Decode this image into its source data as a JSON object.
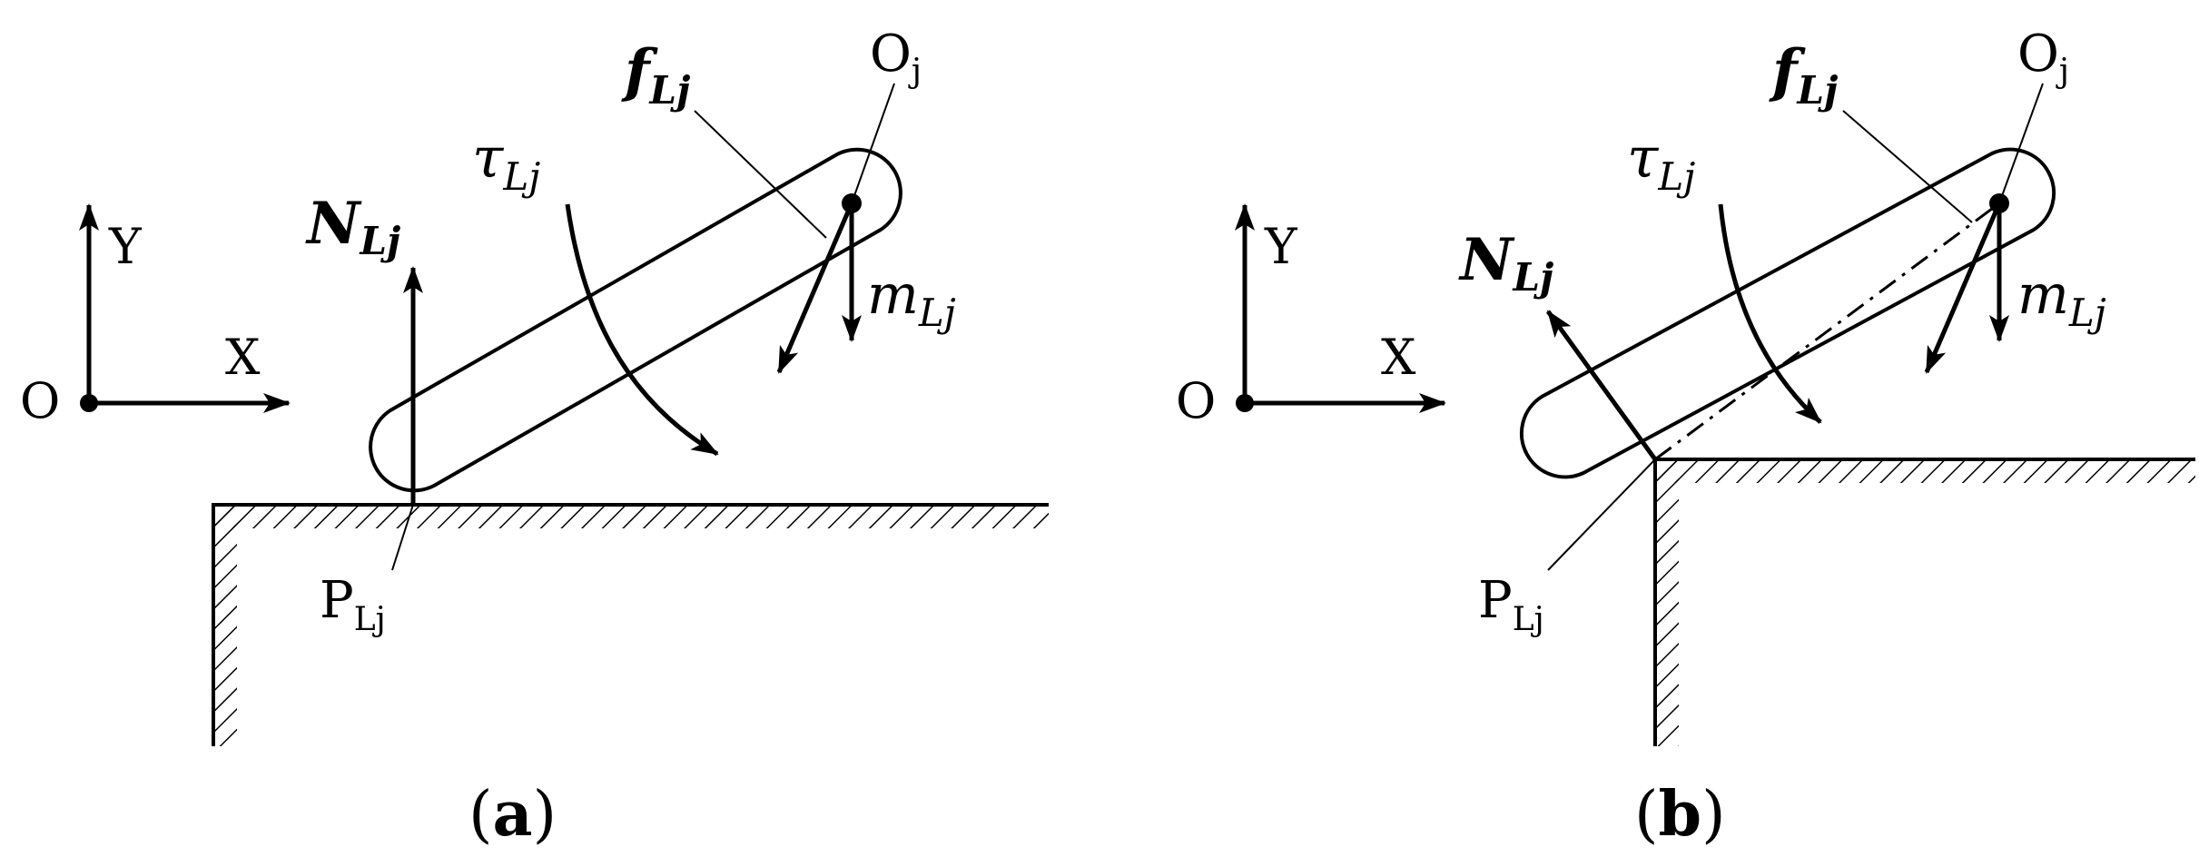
{
  "figure": {
    "panels": [
      {
        "id": "a",
        "caption": "(a)",
        "caption_letter": "a",
        "axes": {
          "x": "X",
          "y": "Y",
          "origin": "O"
        },
        "labels": {
          "normal_force": {
            "base": "N",
            "sub": "Lj"
          },
          "torque": {
            "base": "τ",
            "sub": "Lj"
          },
          "friction": {
            "base": "f",
            "sub": "Lj"
          },
          "mass": {
            "base": "m",
            "sub": "Lj"
          },
          "joint": {
            "base": "O",
            "sub": "j"
          },
          "contact": {
            "base": "P",
            "sub": "Lj"
          }
        }
      },
      {
        "id": "b",
        "caption": "(b)",
        "caption_letter": "b",
        "axes": {
          "x": "X",
          "y": "Y",
          "origin": "O"
        },
        "labels": {
          "normal_force": {
            "base": "N",
            "sub": "Lj"
          },
          "torque": {
            "base": "τ",
            "sub": "Lj"
          },
          "friction": {
            "base": "f",
            "sub": "Lj"
          },
          "mass": {
            "base": "m",
            "sub": "Lj"
          },
          "joint": {
            "base": "O",
            "sub": "j"
          },
          "contact": {
            "base": "P",
            "sub": "Lj"
          }
        }
      }
    ],
    "colors": {
      "ink": "#000000",
      "background": "#ffffff"
    }
  }
}
